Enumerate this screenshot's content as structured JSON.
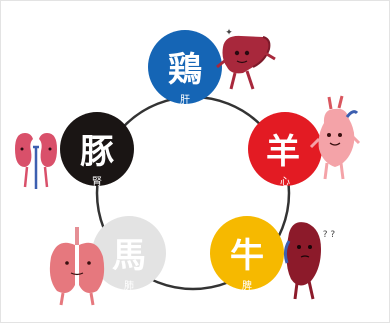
{
  "nodes": [
    {
      "id": "chicken",
      "animal": "鶏",
      "organ": "肝",
      "color": "#1565b5",
      "organ_icon": "liver-character-icon"
    },
    {
      "id": "sheep",
      "animal": "羊",
      "organ": "心",
      "color": "#e31b23",
      "organ_icon": "heart-character-icon"
    },
    {
      "id": "cow",
      "animal": "牛",
      "organ": "脾",
      "color": "#f6b900",
      "organ_icon": "spleen-character-icon"
    },
    {
      "id": "horse",
      "animal": "馬",
      "organ": "肺",
      "color": "#e3e3e3",
      "organ_icon": "lungs-character-icon"
    },
    {
      "id": "pig",
      "animal": "豚",
      "organ": "腎",
      "color": "#1a1514",
      "organ_icon": "kidneys-character-icon"
    }
  ],
  "cycle_ring_color": "#333333",
  "annotations": {
    "question_marks": "? ?",
    "sparkle": "✦"
  }
}
